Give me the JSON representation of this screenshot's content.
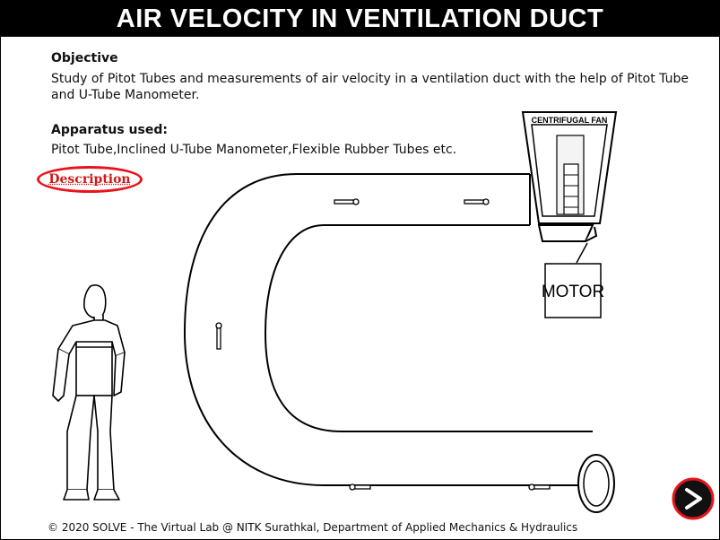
{
  "header": {
    "title": "AIR VELOCITY IN VENTILATION DUCT"
  },
  "objective": {
    "heading": "Objective",
    "text": "Study of Pitot Tubes and measurements of air velocity in a ventilation duct with the help of Pitot Tube and U-Tube Manometer."
  },
  "apparatus": {
    "heading": "Apparatus used:",
    "text": "Pitot Tube,Inclined U-Tube Manometer,Flexible Rubber Tubes etc."
  },
  "description_link": {
    "label": "Description"
  },
  "diagram": {
    "fan_label": "CENTRIFUGAL FAN",
    "motor_label": "MOTOR"
  },
  "footer": {
    "text": "© 2020 SOLVE - The Virtual Lab @ NITK Surathkal, Department of Applied Mechanics & Hydraulics"
  },
  "navigation": {
    "next_icon": "chevron-right-icon",
    "accent_color": "#e8141c"
  }
}
